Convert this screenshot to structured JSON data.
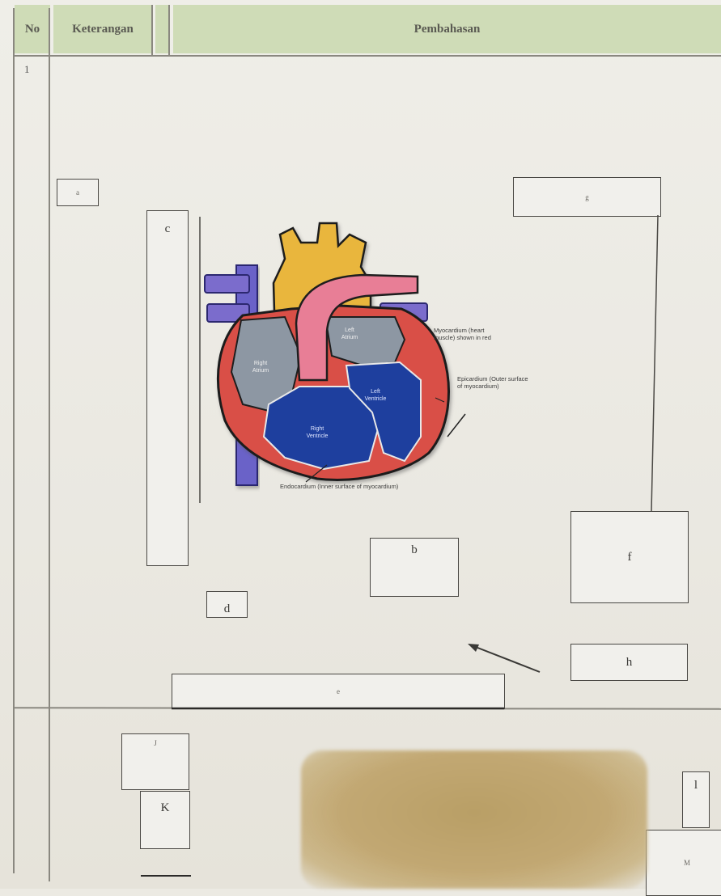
{
  "table": {
    "headers": {
      "no": "No",
      "keterangan": "Keterangan",
      "pembahasan": "Pembahasan"
    },
    "row_number": "1"
  },
  "boxes": {
    "a": "a",
    "b": "b",
    "c": "c",
    "d": "d",
    "e": "e",
    "f": "f",
    "g": "g",
    "h": "h",
    "j": "J",
    "k": "K",
    "l": "l",
    "m": "M"
  },
  "diagram": {
    "labels": {
      "right_atrium": "Right Atrium",
      "left_atrium": "Left Atrium",
      "left_ventricle": "Left Ventricle",
      "right_ventricle": "Right Ventricle",
      "myocardium": "Myocardium (heart muscle) shown in red",
      "epicardium": "Epicardium (Outer surface of myocardium)",
      "endocardium": "Endocardium (Inner surface of myocardium)"
    },
    "colors": {
      "aorta": "#e9b63c",
      "pulmonary": "#e87e96",
      "vena_cava": "#6a62c8",
      "myocardium": "#d94f46",
      "ventricle_blood": "#1e3f9e",
      "atrium": "#8d97a3"
    }
  }
}
